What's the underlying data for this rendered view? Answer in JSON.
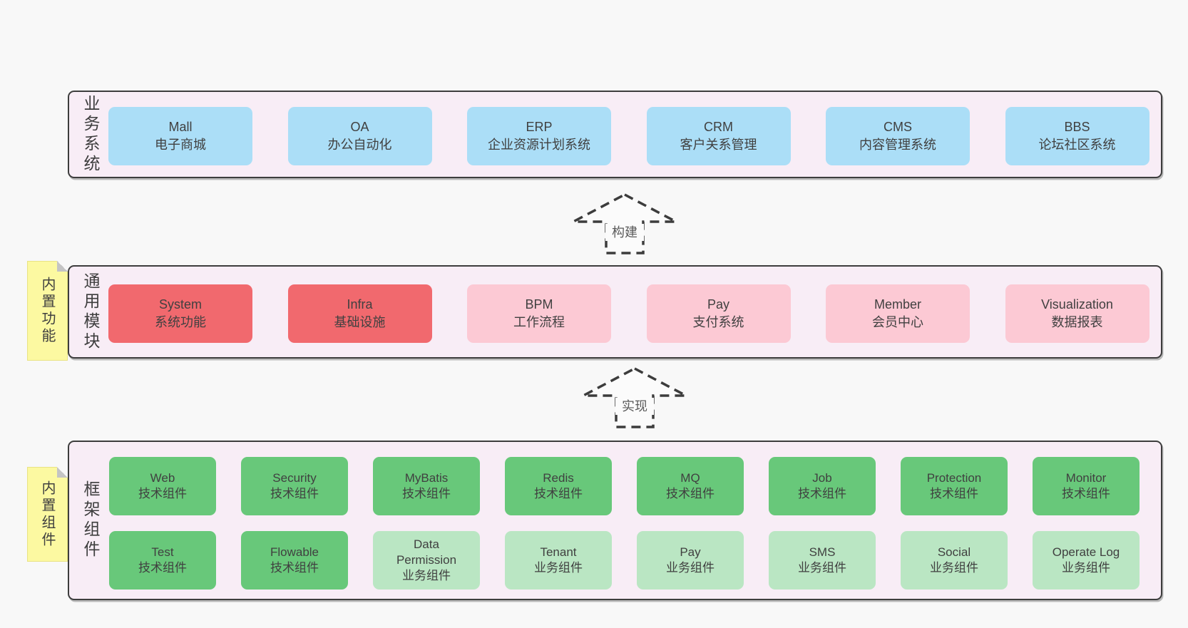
{
  "colors": {
    "page_background": "#f8f8f8",
    "container_background": "#f8edf6",
    "container_border": "#3d3d3d",
    "blue_box": "#abdef7",
    "red_box": "#f1696e",
    "pink_box": "#fcc9d4",
    "green_box": "#68c87a",
    "light_green_box": "#bae6c3",
    "yellow_tag": "#fcf9a1",
    "fold_gray": "#c4c4c4"
  },
  "arrows": [
    {
      "label": "构建"
    },
    {
      "label": "实现"
    }
  ],
  "layers": [
    {
      "label": "业务系统",
      "rows": [
        [
          {
            "name": "Mall",
            "desc": "电子商城",
            "variant": "blue"
          },
          {
            "name": "OA",
            "desc": "办公自动化",
            "variant": "blue"
          },
          {
            "name": "ERP",
            "desc": "企业资源计划系统",
            "variant": "blue"
          },
          {
            "name": "CRM",
            "desc": "客户关系管理",
            "variant": "blue"
          },
          {
            "name": "CMS",
            "desc": "内容管理系统",
            "variant": "blue"
          },
          {
            "name": "BBS",
            "desc": "论坛社区系统",
            "variant": "blue"
          }
        ]
      ]
    },
    {
      "label": "通用模块",
      "tag": "内置功能",
      "rows": [
        [
          {
            "name": "System",
            "desc": "系统功能",
            "variant": "red"
          },
          {
            "name": "Infra",
            "desc": "基础设施",
            "variant": "red"
          },
          {
            "name": "BPM",
            "desc": "工作流程",
            "variant": "pink"
          },
          {
            "name": "Pay",
            "desc": "支付系统",
            "variant": "pink"
          },
          {
            "name": "Member",
            "desc": "会员中心",
            "variant": "pink"
          },
          {
            "name": "Visualization",
            "desc": "数据报表",
            "variant": "pink"
          }
        ]
      ]
    },
    {
      "label": "框架组件",
      "tag": "内置组件",
      "rows": [
        [
          {
            "name": "Web",
            "desc": "技术组件",
            "variant": "green"
          },
          {
            "name": "Security",
            "desc": "技术组件",
            "variant": "green"
          },
          {
            "name": "MyBatis",
            "desc": "技术组件",
            "variant": "green"
          },
          {
            "name": "Redis",
            "desc": "技术组件",
            "variant": "green"
          },
          {
            "name": "MQ",
            "desc": "技术组件",
            "variant": "green"
          },
          {
            "name": "Job",
            "desc": "技术组件",
            "variant": "green"
          },
          {
            "name": "Protection",
            "desc": "技术组件",
            "variant": "green"
          },
          {
            "name": "Monitor",
            "desc": "技术组件",
            "variant": "green"
          }
        ],
        [
          {
            "name": "Test",
            "desc": "技术组件",
            "variant": "green"
          },
          {
            "name": "Flowable",
            "desc": "技术组件",
            "variant": "green"
          },
          {
            "name": "Data Permission",
            "desc": "业务组件",
            "variant": "lightgreen"
          },
          {
            "name": "Tenant",
            "desc": "业务组件",
            "variant": "lightgreen"
          },
          {
            "name": "Pay",
            "desc": "业务组件",
            "variant": "lightgreen"
          },
          {
            "name": "SMS",
            "desc": "业务组件",
            "variant": "lightgreen"
          },
          {
            "name": "Social",
            "desc": "业务组件",
            "variant": "lightgreen"
          },
          {
            "name": "Operate Log",
            "desc": "业务组件",
            "variant": "lightgreen"
          }
        ]
      ]
    }
  ]
}
